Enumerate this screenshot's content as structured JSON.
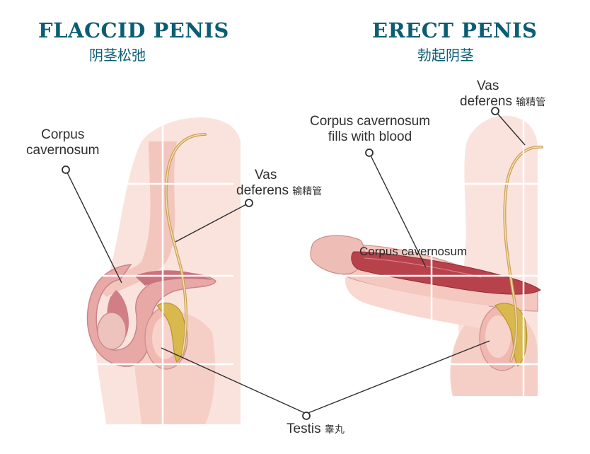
{
  "panels": {
    "left": {
      "title": "FLACCID PENIS",
      "subtitle": "阴茎松弛"
    },
    "right": {
      "title": "ERECT PENIS",
      "subtitle": "勃起阴茎"
    }
  },
  "labels": {
    "corpus_left_line1": "Corpus",
    "corpus_left_line2": "cavernosum",
    "vas_left_line1": "Vas",
    "vas_left_line2": "deferens",
    "vas_left_zh": "输精管",
    "corpus_right_line1": "Corpus cavernosum",
    "corpus_right_line2": "fills with blood",
    "vas_right_line1": "Vas",
    "vas_right_line2": "deferens",
    "vas_right_zh": "输精管",
    "corpus_inner": "Corpus cavernosum",
    "testis": "Testis",
    "testis_zh": "睾丸"
  },
  "colors": {
    "title": "#0b5d74",
    "skin": "#f8d9d2",
    "skin_dark": "#f1bfb6",
    "tissue": "#d98f93",
    "erectile": "#b8424c",
    "duct": "#c9a15a",
    "epididymis": "#d9b94e",
    "line": "#2f2f2f"
  }
}
